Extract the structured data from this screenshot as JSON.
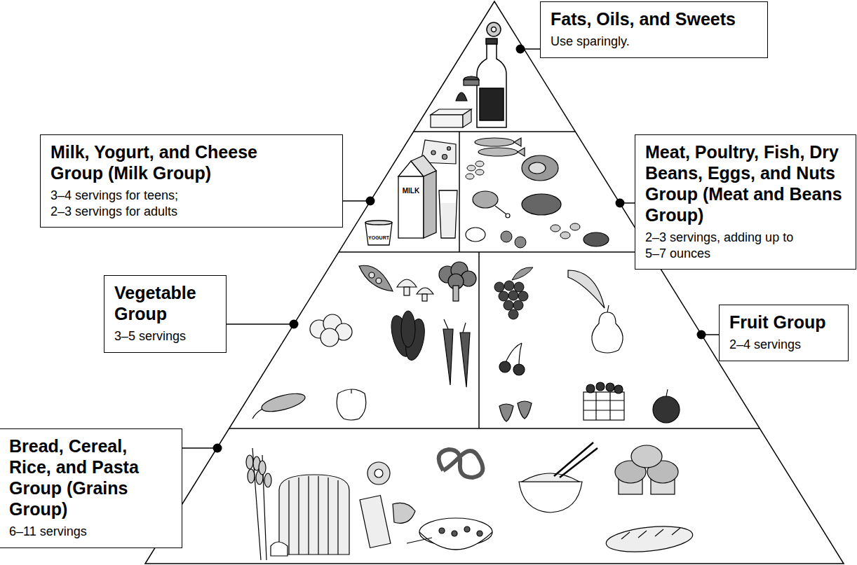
{
  "diagram": {
    "nodes": [
      {
        "text": [
          "Fats, Oils, and Sweets",
          "Use sparingly."
        ]
      },
      {
        "text": [
          "Milk, Yogurt, and Cheese Group (Milk Group)",
          "3–4 servings for teens; 2–3 servings for adults"
        ]
      },
      {
        "text": [
          "Meat, Poultry, Fish, Dry Beans, Eggs, and Nuts Group (Meat and Beans Group)",
          "2–3 servings, adding up to 5–7 ounces"
        ]
      },
      {
        "text": [
          "Vegetable Group",
          "3–5 servings"
        ]
      },
      {
        "text": [
          "Fruit Group",
          "2–4 servings"
        ]
      },
      {
        "text": [
          "Bread, Cereal, Rice, and Pasta Group (Grains Group)",
          "6–11 servings"
        ]
      }
    ],
    "labels": [
      "MILK",
      "YOGURT"
    ]
  }
}
